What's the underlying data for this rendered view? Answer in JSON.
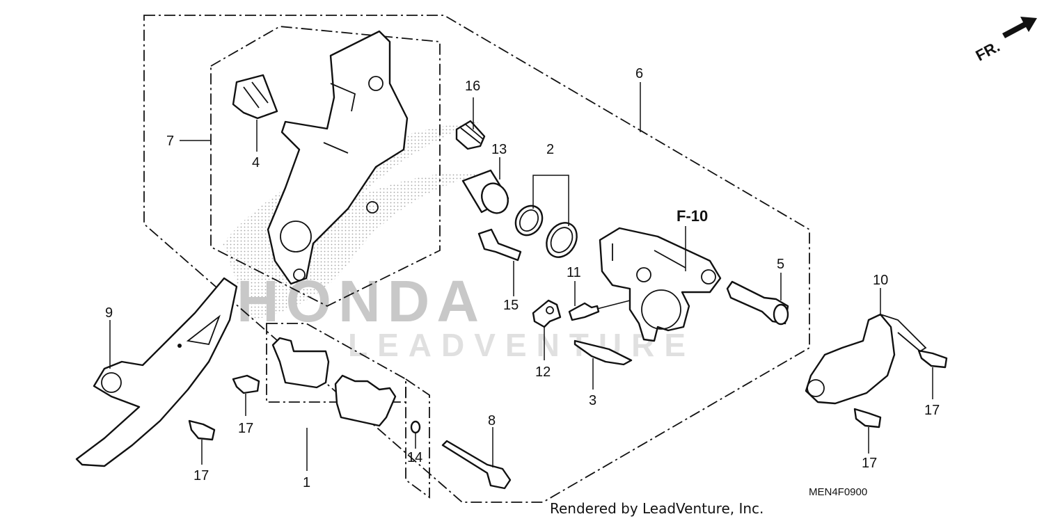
{
  "direction_label": "FR.",
  "reference_code": "F-10",
  "diagram_code": "MEN4F0900",
  "footer": "Rendered by LeadVenture, Inc.",
  "watermark": {
    "brand": "HONDA",
    "sub": "LEADVENTURE"
  },
  "callouts": {
    "c1": "1",
    "c2": "2",
    "c3": "3",
    "c4": "4",
    "c5": "5",
    "c6": "6",
    "c7": "7",
    "c8": "8",
    "c9": "9",
    "c10": "10",
    "c11": "11",
    "c12": "12",
    "c13": "13",
    "c14": "14",
    "c15": "15",
    "c16": "16",
    "c17a": "17",
    "c17b": "17",
    "c17c": "17",
    "c17d": "17"
  }
}
